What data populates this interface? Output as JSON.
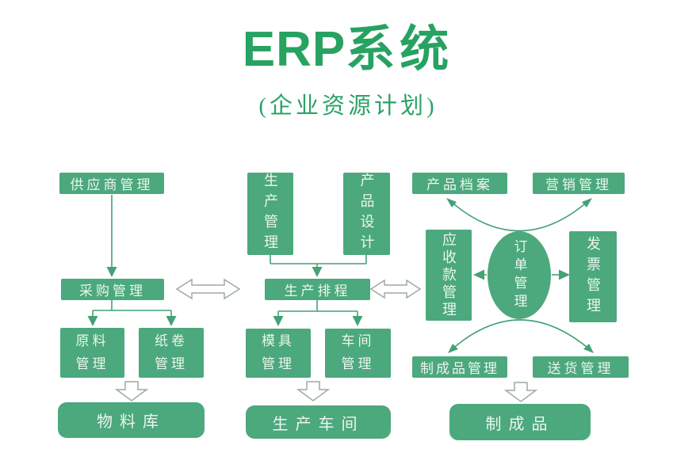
{
  "title": {
    "latin": "ERP",
    "cjk": "系统",
    "subtitle": "(企业资源计划)"
  },
  "colors": {
    "box_green": "#4ca87d",
    "title_green": "#27a261",
    "box_text": "#ebf6ee",
    "arrow_green": "#45a176",
    "hollow_outline": "#9cab9e"
  },
  "nodes": {
    "supplier_mgmt": "供应商管理",
    "purchase_mgmt": "采购管理",
    "raw_material_mgmt": "原料管理",
    "paper_roll_mgmt": "纸卷管理",
    "material_warehouse": "物料库",
    "production_mgmt": "生产管理",
    "product_design": "产品设计",
    "production_scheduling": "生产排程",
    "mold_mgmt": "模具管理",
    "workshop_mgmt": "车间管理",
    "production_workshop": "生产车间",
    "product_archive": "产品档案",
    "marketing_mgmt": "营销管理",
    "receivables_mgmt": "应收款管理",
    "order_mgmt": "订单管理",
    "invoice_mgmt": "发票管理",
    "finished_goods_mgmt": "制成品管理",
    "delivery_mgmt": "送货管理",
    "finished_goods": "制成品"
  },
  "edges": [
    {
      "from": "供应商管理",
      "to": "采购管理",
      "type": "arrow"
    },
    {
      "from": "采购管理",
      "to": "原料管理",
      "type": "arrow"
    },
    {
      "from": "采购管理",
      "to": "纸卷管理",
      "type": "arrow"
    },
    {
      "from": "原料管理/纸卷管理",
      "to": "物料库",
      "type": "hollow-arrow"
    },
    {
      "from": "生产管理",
      "to": "生产排程",
      "type": "arrow"
    },
    {
      "from": "产品设计",
      "to": "生产排程",
      "type": "arrow"
    },
    {
      "from": "采购管理",
      "to": "生产排程",
      "type": "double-arrow"
    },
    {
      "from": "生产排程",
      "to": "应收款管理",
      "type": "double-arrow"
    },
    {
      "from": "生产排程",
      "to": "模具管理",
      "type": "arrow"
    },
    {
      "from": "生产排程",
      "to": "车间管理",
      "type": "arrow"
    },
    {
      "from": "模具管理/车间管理",
      "to": "生产车间",
      "type": "hollow-arrow"
    },
    {
      "from": "订单管理",
      "to": "应收款管理",
      "type": "arrow"
    },
    {
      "from": "订单管理",
      "to": "发票管理",
      "type": "arrow"
    },
    {
      "from": "订单管理",
      "to": "产品档案",
      "type": "curved-arrow"
    },
    {
      "from": "订单管理",
      "to": "营销管理",
      "type": "curved-arrow"
    },
    {
      "from": "订单管理",
      "to": "制成品管理",
      "type": "curved-arrow"
    },
    {
      "from": "订单管理",
      "to": "送货管理",
      "type": "curved-arrow"
    },
    {
      "from": "制成品管理",
      "to": "制成品",
      "type": "hollow-arrow"
    }
  ]
}
